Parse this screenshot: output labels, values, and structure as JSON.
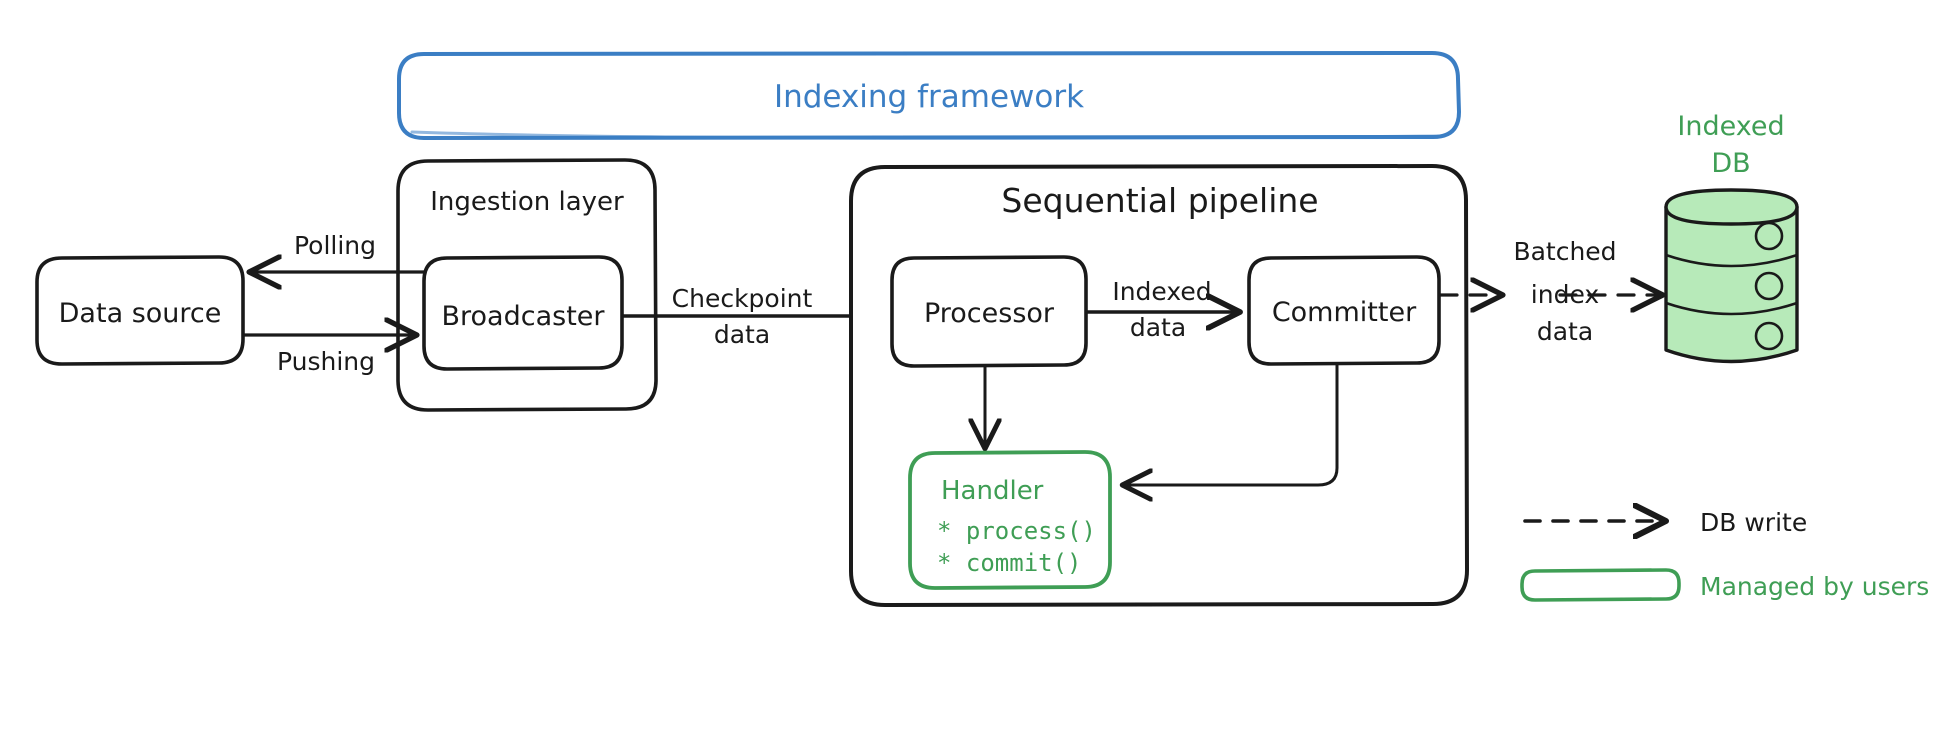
{
  "diagram": {
    "title": "Indexing framework architecture",
    "colors": {
      "accent_blue": "#3b7ec4",
      "accent_green": "#3f9e55",
      "db_fill": "#b7eab9",
      "ink": "#1a1a1a",
      "background": "#ffffff"
    },
    "framework_box": {
      "label": "Indexing framework"
    },
    "nodes": {
      "data_source": {
        "label": "Data source"
      },
      "ingestion_layer": {
        "label": "Ingestion layer"
      },
      "broadcaster": {
        "label": "Broadcaster"
      },
      "sequential_pipeline": {
        "label": "Sequential pipeline"
      },
      "processor": {
        "label": "Processor"
      },
      "committer": {
        "label": "Committer"
      },
      "handler": {
        "title": "Handler",
        "methods": [
          "* process()",
          "* commit()"
        ]
      },
      "indexed_db": {
        "label_line1": "Indexed",
        "label_line2": "DB"
      }
    },
    "edges": [
      {
        "id": "polling",
        "label": "Polling",
        "from": "broadcaster",
        "to": "data_source",
        "style": "solid"
      },
      {
        "id": "pushing",
        "label": "Pushing",
        "from": "data_source",
        "to": "broadcaster",
        "style": "solid"
      },
      {
        "id": "checkpoint",
        "label_line1": "Checkpoint",
        "label_line2": "data",
        "from": "broadcaster",
        "to": "processor",
        "style": "solid"
      },
      {
        "id": "indexed",
        "label_line1": "Indexed",
        "label_line2": "data",
        "from": "processor",
        "to": "committer",
        "style": "solid"
      },
      {
        "id": "batched",
        "label_line1": "Batched",
        "label_line2": "index",
        "label_line3": "data",
        "from": "committer",
        "to": "indexed_db",
        "style": "dashed"
      },
      {
        "id": "processor-handler",
        "label": "",
        "from": "processor",
        "to": "handler",
        "style": "solid"
      },
      {
        "id": "committer-handler",
        "label": "",
        "from": "committer",
        "to": "handler",
        "style": "solid"
      }
    ],
    "legend": [
      {
        "id": "db-write",
        "label": "DB write",
        "swatch": "dashed-arrow",
        "color": "#1a1a1a"
      },
      {
        "id": "managed-by-users",
        "label": "Managed by users",
        "swatch": "green-rounded-rect",
        "color": "#3f9e55"
      }
    ]
  }
}
